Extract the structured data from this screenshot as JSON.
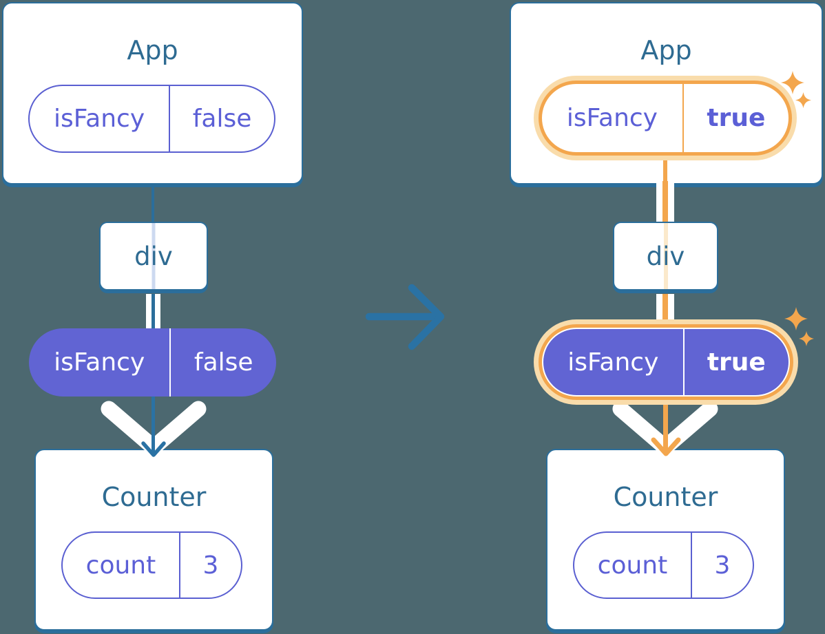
{
  "canvas": {
    "background": "#4c6870"
  },
  "colors": {
    "card_border": "#2b6e9b",
    "title_text": "#2e6b92",
    "purple_fill": "#6164d3",
    "purple_text": "#5b5fd6",
    "highlight_orange": "#f3a64d",
    "highlight_glow": "#f9dcab",
    "arrow_blue": "#2a72a4",
    "prop_flow_white": "#ffffff"
  },
  "middle": {
    "icon": "right-arrow"
  },
  "left": {
    "app": {
      "title": "App",
      "prop": {
        "name": "isFancy",
        "value": "false"
      }
    },
    "div_node": {
      "label": "div"
    },
    "passed_prop": {
      "name": "isFancy",
      "value": "false"
    },
    "counter": {
      "title": "Counter",
      "state": {
        "name": "count",
        "value": "3"
      }
    }
  },
  "right": {
    "app": {
      "title": "App",
      "prop": {
        "name": "isFancy",
        "value": "true"
      }
    },
    "div_node": {
      "label": "div"
    },
    "passed_prop": {
      "name": "isFancy",
      "value": "true"
    },
    "counter": {
      "title": "Counter",
      "state": {
        "name": "count",
        "value": "3"
      }
    },
    "sparkles": "sparkle-icons"
  }
}
